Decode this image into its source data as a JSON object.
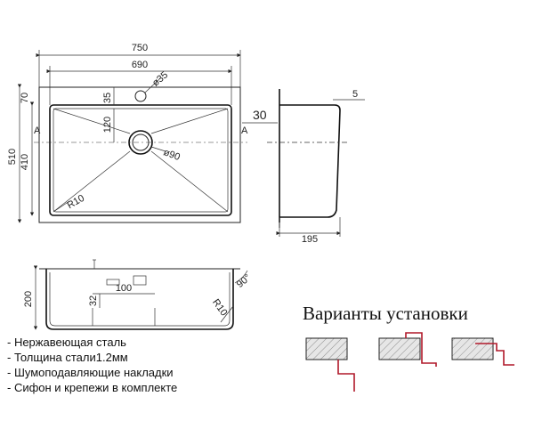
{
  "dimensions": {
    "overall_width": "750",
    "inner_width": "690",
    "overall_depth": "510",
    "bowl_depth": "410",
    "edge_offset": "70",
    "hole_offset": "35",
    "hole_diameter": "ø35",
    "drain_offset": "120",
    "drain_diameter": "ø90",
    "corner_radius_top": "R10",
    "section_label": "A",
    "rim_height": "30",
    "rim_step": "5",
    "side_width": "195",
    "bowl_height": "200",
    "bottom_step": "32",
    "bottom_width": "100",
    "corner_radius_section": "R10",
    "angle": "90°"
  },
  "features": [
    "- Нержавеющая сталь",
    "- Толщина стали1.2мм",
    "- Шумоподавляющие накладки",
    "- Сифон и крепежи в комплекте"
  ],
  "installation": {
    "title": "Варианты установки"
  },
  "colors": {
    "line": "#222222",
    "accent": "#b0182a",
    "hatch_fill": "#e6e6e6"
  }
}
